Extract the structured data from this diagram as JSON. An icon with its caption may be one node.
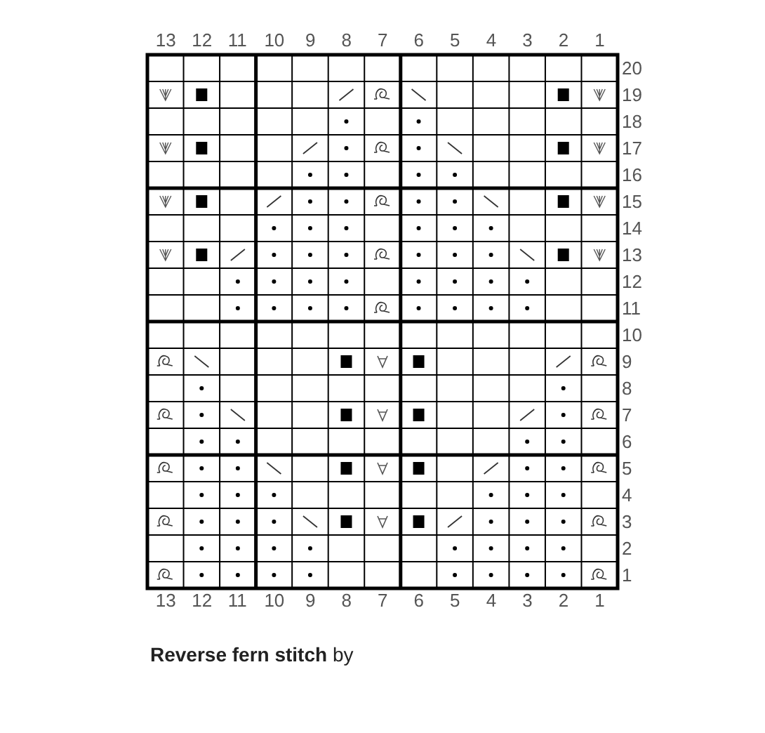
{
  "diagram": {
    "title": "**Reverse fern stitch** by",
    "labels": [
      "13",
      "12",
      "11",
      "10",
      "9",
      "8",
      "7",
      "6",
      "5",
      "4",
      "3",
      "2",
      "1",
      "20",
      "19",
      "18",
      "17",
      "16",
      "15",
      "14",
      "13",
      "12",
      "11",
      "10",
      "9",
      "8",
      "7",
      "6",
      "5",
      "4",
      "3",
      "2",
      "1",
      "13",
      "12",
      "11",
      "10",
      "9",
      "8",
      "7",
      "6",
      "5",
      "4",
      "3",
      "2",
      "1"
    ]
  }
}
